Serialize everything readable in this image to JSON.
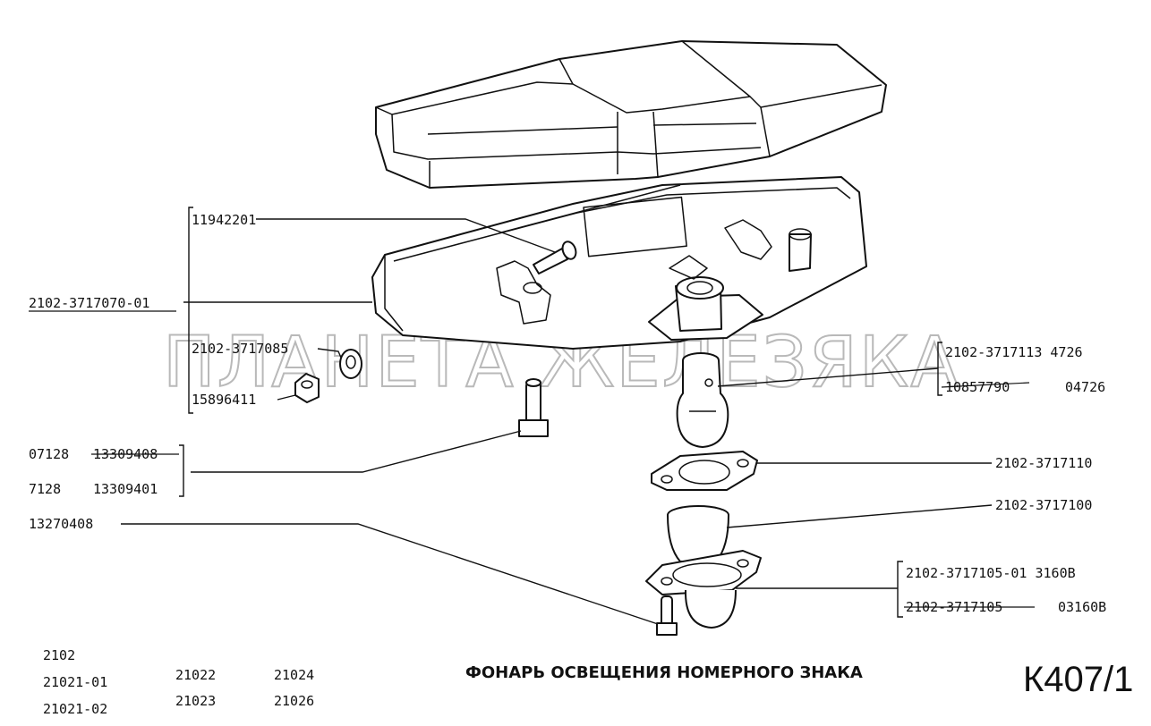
{
  "title": "ФОНАРЬ ОСВЕЩЕНИЯ НОМЕРНОГО ЗНАКА",
  "catalog_code": "К407/1",
  "watermark": "ПЛАНЕТА ЖЕЛЕЗЯКА",
  "models": [
    "2102",
    "21021-01",
    "21021-02",
    "21022",
    "21023",
    "21024",
    "21026"
  ],
  "parts": {
    "screw_11942201": "11942201",
    "housing": "2102-3717070-01",
    "washer": "2102-3717085",
    "nut": "15896411",
    "bolt_a1": "07128",
    "bolt_a2": "13309408",
    "bolt_b1": "7128",
    "bolt_b2": "13309401",
    "screw_13270408": "13270408",
    "lamp_a": "2102-3717113 4726",
    "lamp_b1": "10857790",
    "lamp_b2": "04726",
    "gasket": "2102-3717110",
    "lens": "2102-3717100",
    "holder_a": "2102-3717105-01 3160B",
    "holder_b1": "2102-3717105",
    "holder_b2": "03160B"
  }
}
